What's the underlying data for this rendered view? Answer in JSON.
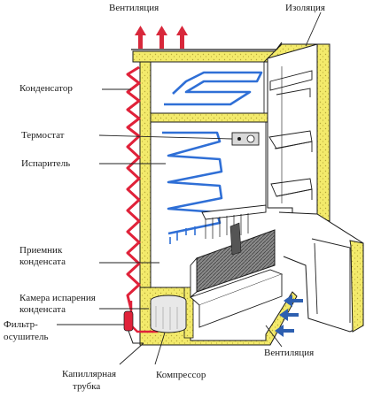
{
  "labels": {
    "ventilation_top": "Вентиляция",
    "insulation": "Изоляция",
    "condenser": "Конденсатор",
    "thermostat": "Термостат",
    "evaporator": "Испаритель",
    "receiver_line1": "Приемник",
    "receiver_line2": "конденсата",
    "evap_chamber_line1": "Камера испарения",
    "evap_chamber_line2": "конденсата",
    "filter_line1": "Фильтр-",
    "filter_line2": "осушитель",
    "capillary_line1": "Капиллярная",
    "capillary_line2": "трубка",
    "compressor": "Компрессор",
    "ventilation_bottom": "Вентиляция"
  },
  "colors": {
    "condenser_pipe": "#e0223a",
    "evaporator_pipe": "#2f6fd6",
    "insulation_fill": "#f3ea6b",
    "vent_arrow_top": "#d8283b",
    "vent_arrow_bottom": "#2d5fb0",
    "outline": "#1a1a1a"
  }
}
